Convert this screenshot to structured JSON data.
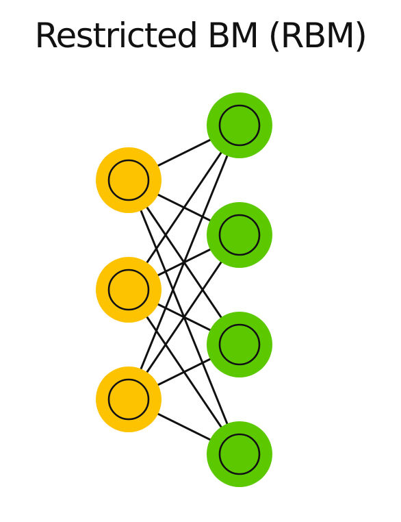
{
  "diagram": {
    "title": "Restricted BM (RBM)",
    "layers": [
      {
        "role": "visible",
        "count": 3,
        "color": "#FDC300"
      },
      {
        "role": "hidden",
        "count": 4,
        "color": "#5CC800"
      }
    ],
    "connectivity": "fully-connected-bipartite"
  }
}
